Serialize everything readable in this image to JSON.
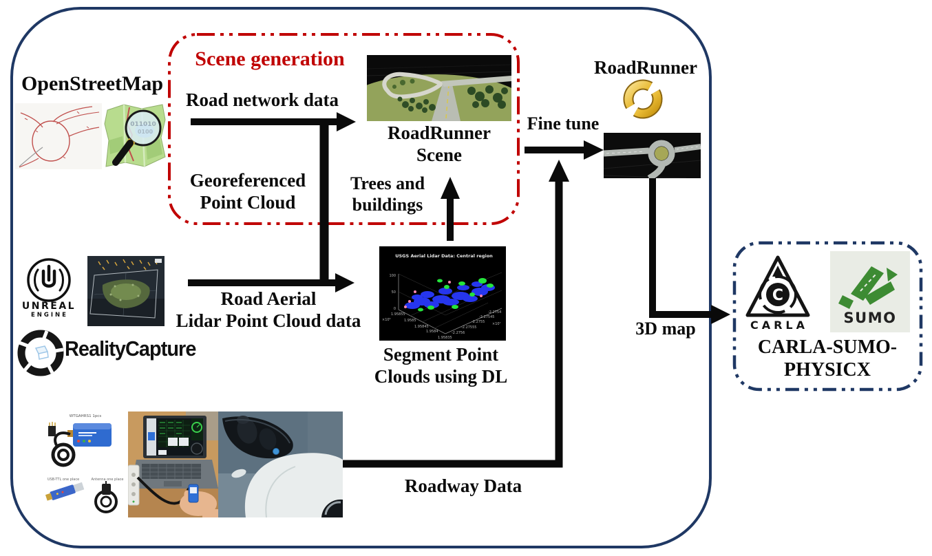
{
  "colors": {
    "navy": "#1f3864",
    "red": "#c00000",
    "black": "#0b0b0b",
    "gold": "#d7a521"
  },
  "nodes": {
    "osm": {
      "title": "OpenStreetMap",
      "magnifier_binary1": "011010",
      "magnifier_binary2": "0100"
    },
    "scene_box": {
      "title": "Scene generation"
    },
    "road_network": {
      "label": "Road network data"
    },
    "georeferenced": {
      "line1": "Georeferenced",
      "line2": "Point Cloud"
    },
    "trees": {
      "line1": "Trees and",
      "line2": "buildings"
    },
    "rr_scene": {
      "line1": "RoadRunner",
      "line2": "Scene"
    },
    "fine_tune": {
      "label": "Fine tune"
    },
    "rr_top": {
      "label": "RoadRunner"
    },
    "road_aerial": {
      "line1": "Road Aerial",
      "line2": "Lidar Point Cloud data"
    },
    "segment": {
      "line1": "Segment Point",
      "line2": "Clouds using DL"
    },
    "roadway": {
      "label": "Roadway Data"
    },
    "map3d": {
      "label": "3D map"
    },
    "carla_sumo": {
      "line1": "CARLA-SUMO-",
      "line2": "PHYSICX"
    },
    "unreal": {
      "line1": "UNREAL",
      "line2": "ENGINE"
    },
    "reality": {
      "label": "RealityCapture"
    },
    "carla": {
      "wordmark": "CARLA",
      "letter": "C"
    },
    "sumo": {
      "wordmark": "SUMO"
    },
    "gps_kit": {
      "title": "WTGAHRS1 1pcs",
      "usb_label": "USB-TTL one place",
      "antenna_label": "Antenna one place"
    }
  },
  "segment_plot": {
    "title": "USGS Aerial Lidar Data: Central region",
    "z_ticks": [
      "100",
      "50",
      "0"
    ],
    "x_ticks": [
      "1.95855",
      "1.9585",
      "1.95845",
      "1.9584",
      "1.95835"
    ],
    "x_exponent": "×10⁵",
    "y_ticks": [
      "-2.2754",
      "-2.27545",
      "-2.2755",
      "-2.27555",
      "-2.2756"
    ],
    "y_exponent": "×10⁷"
  }
}
